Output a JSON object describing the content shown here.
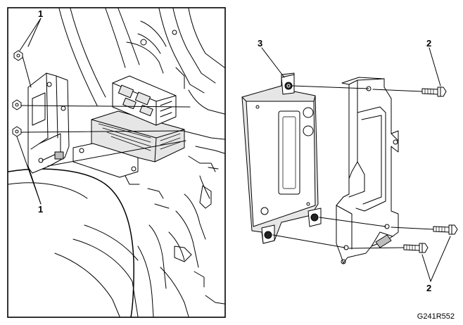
{
  "callouts": {
    "nut_top": "1",
    "nut_bottom": "1",
    "module": "3",
    "bolt_top": "2",
    "bolt_bottom": "2"
  },
  "figure_code": "G241R552",
  "colors": {
    "ink": "#000000",
    "background": "#ffffff",
    "shade": "#e6e6e6"
  }
}
